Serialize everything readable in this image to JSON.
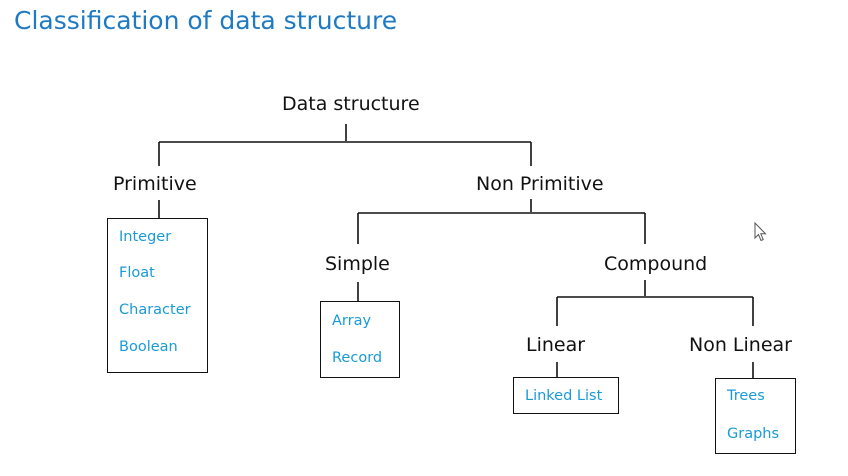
{
  "title": "Classification of data structure",
  "tree": {
    "root": "Data structure",
    "primitive": {
      "label": "Primitive",
      "items": [
        "Integer",
        "Float",
        "Character",
        "Boolean"
      ]
    },
    "non_primitive": {
      "label": "Non Primitive",
      "simple": {
        "label": "Simple",
        "items": [
          "Array",
          "Record"
        ]
      },
      "compound": {
        "label": "Compound",
        "linear": {
          "label": "Linear",
          "items": [
            "Linked List"
          ]
        },
        "non_linear": {
          "label": "Non Linear",
          "items": [
            "Trees",
            "Graphs"
          ]
        }
      }
    }
  },
  "colors": {
    "title": "#1f7ac4",
    "leaf_text": "#1a9ad6",
    "lines": "#111111"
  }
}
